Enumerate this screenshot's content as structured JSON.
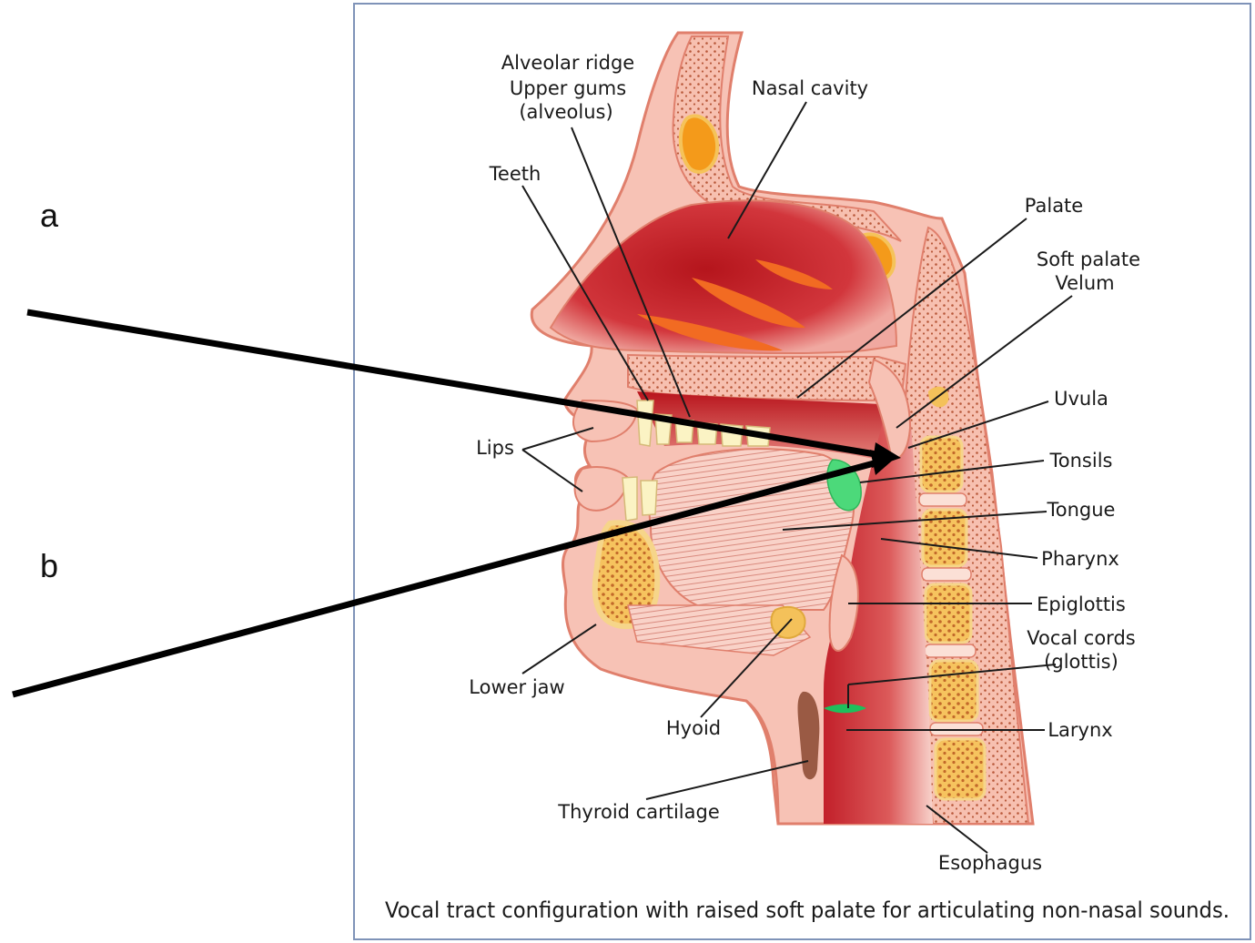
{
  "side_labels": {
    "a": "a",
    "b": "b"
  },
  "labels": {
    "alveolar_1": "Alveolar ridge",
    "alveolar_2": "Upper gums",
    "alveolar_3": "(alveolus)",
    "nasal_cavity": "Nasal cavity",
    "teeth": "Teeth",
    "palate": "Palate",
    "soft_palate_1": "Soft palate",
    "soft_palate_2": "Velum",
    "uvula": "Uvula",
    "lips": "Lips",
    "tonsils": "Tonsils",
    "tongue": "Tongue",
    "pharynx": "Pharynx",
    "epiglottis": "Epiglottis",
    "vocal_cords_1": "Vocal cords",
    "vocal_cords_2": "(glottis)",
    "lower_jaw": "Lower jaw",
    "hyoid": "Hyoid",
    "larynx": "Larynx",
    "thyroid": "Thyroid cartilage",
    "esophagus": "Esophagus"
  },
  "caption": "Vocal tract configuration with raised soft palate for articulating non-nasal sounds.",
  "colors": {
    "frame": "#7f93b8",
    "skin": "#f7c2b5",
    "skin_line": "#e07f6c",
    "cavity_red": "#c21f26",
    "bone": "#f4c15a",
    "bone_dots": "#c56a2a",
    "marrow": "#f49a1a",
    "tonsil_green": "#4cd97a",
    "teeth": "#fbf3c4",
    "arrow": "#000000"
  }
}
